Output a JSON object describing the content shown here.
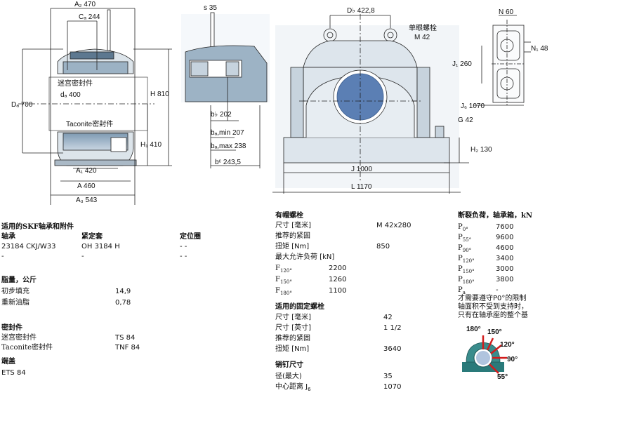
{
  "drawing": {
    "left": {
      "a2": "A₂  470",
      "ca": "Cₐ  244",
      "da": "Dₐ  700",
      "d_a": "dₐ  400",
      "labyrinth": "迷宫密封件",
      "taconite": "Taconite密封件",
      "h": "H  810",
      "h1": "H₁  410",
      "a1": "A₁  420",
      "a": "A  460",
      "a3": "A₃  543"
    },
    "side": {
      "s": "s  35",
      "bb": "b♭  202",
      "bamin": "bₐ,min  207",
      "bamax": "bₐ,max  238",
      "bc": "bᶜ  243,5"
    },
    "front": {
      "db": "D♭  422,8",
      "eyebolt_title": "单眼螺栓",
      "eyebolt_size": "M 42",
      "j": "J  1000",
      "l": "L  1170",
      "g": "G  42",
      "h2": "H₂  130"
    },
    "detail": {
      "n": "N  60",
      "n1": "N₁  48",
      "j1": "J₁  260",
      "j6": "J₆  1070"
    }
  },
  "col1": {
    "title": "适用的SKF轴承和附件",
    "headers": {
      "bearing": "轴承",
      "sleeve": "紧定套",
      "locating": "定位圈"
    },
    "rows": [
      {
        "bearing": "23184 CKJ/W33",
        "sleeve": "OH 3184 H",
        "locating": "-  -"
      },
      {
        "bearing": "-",
        "sleeve": "-",
        "locating": "-  -"
      }
    ],
    "grease_title": "脂量，公斤",
    "grease": [
      {
        "label": "初步填充",
        "value": "14,9"
      },
      {
        "label": "重新油脂",
        "value": "0,78"
      }
    ],
    "seal_title": "密封件",
    "seals": [
      {
        "label": "迷宫密封件",
        "value": "TS 84"
      },
      {
        "label": "Taconite密封件",
        "value": "TNF 84"
      }
    ],
    "endcover_title": "端盖",
    "endcover": "ETS 84"
  },
  "col2": {
    "capbolt_title": "有帽螺栓",
    "capbolt": [
      {
        "label": "尺寸 [毫米]",
        "value": "M 42x280"
      },
      {
        "label": "推荐的紧固",
        "value": ""
      },
      {
        "label": "扭矩 [Nm]",
        "value": "850"
      },
      {
        "label": "最大允许负荷 [kN]",
        "value": ""
      }
    ],
    "loads": [
      {
        "sym": "F",
        "sub": "120°",
        "value": "2200"
      },
      {
        "sym": "F",
        "sub": "150°",
        "value": "1260"
      },
      {
        "sym": "F",
        "sub": "180°",
        "value": "1100"
      }
    ],
    "fixbolt_title": "适用的固定螺栓",
    "fixbolt": [
      {
        "label": "尺寸 [毫米]",
        "value": "42"
      },
      {
        "label": "尺寸 [英寸]",
        "value": "1 1/2"
      },
      {
        "label": "推荐的紧固",
        "value": ""
      },
      {
        "label": "扭矩 [Nm]",
        "value": "3640"
      }
    ],
    "dowel_title": "销钉尺寸",
    "dowel": [
      {
        "label": "径(最大)",
        "value": "35"
      },
      {
        "label": "中心距离 J",
        "sub": "6",
        "value": "1070"
      }
    ]
  },
  "col3": {
    "title": "断裂负荷，轴承箱，kN",
    "loads": [
      {
        "sym": "P",
        "sub": "0°",
        "value": "7600"
      },
      {
        "sym": "P",
        "sub": "55°",
        "value": "9600"
      },
      {
        "sym": "P",
        "sub": "90°",
        "value": "4600"
      },
      {
        "sym": "P",
        "sub": "120°",
        "value": "3400"
      },
      {
        "sym": "P",
        "sub": "150°",
        "value": "3000"
      },
      {
        "sym": "P",
        "sub": "180°",
        "value": "3800"
      },
      {
        "sym": "P",
        "sub": "a",
        "value": "-"
      }
    ],
    "note": [
      "才需要遵守P0°的限制",
      "轴面积不受到支持时，",
      "只有在轴承座的整个基"
    ],
    "angles": {
      "a180": "180°",
      "a150": "150°",
      "a120": "120°",
      "a90": "90°",
      "a55": "55°"
    },
    "colors": {
      "arrow": "#d21c1c",
      "housing": "#2a7a7a"
    }
  }
}
